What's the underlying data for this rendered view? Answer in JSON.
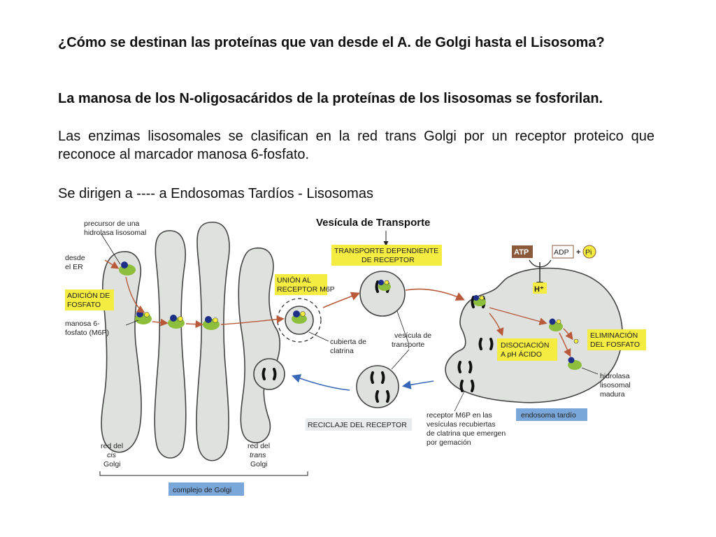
{
  "slide": {
    "title": "¿Cómo se destinan las proteínas que van desde el A. de Golgi hasta el Lisosoma?",
    "subtitle": "La manosa de los N-oligosacáridos de la proteínas de los lisosomas se fosforilan.",
    "paragraph": "Las enzimas lisosomales se clasifican en la red trans Golgi por un receptor proteico que reconoce al marcador manosa 6-fosfato.",
    "dirigen": "Se dirigen a ---- a Endosomas Tardíos - Lisosomas"
  },
  "diagram": {
    "vesicula_transporte": "Vesícula de Transporte",
    "precursor_line1": "precursor de una",
    "precursor_line2": "hidrolasa lisosomal",
    "desde_line1": "desde",
    "desde_line2": "el ER",
    "adicion_line1": "ADICIÓN DE",
    "adicion_line2": "FOSFATO",
    "manosa_line1": "manosa 6-",
    "manosa_line2": "fosfato (M6P)",
    "union_line1": "UNIÓN AL",
    "union_line2": "RECEPTOR M6P",
    "cubierta_line1": "cubierta de",
    "cubierta_line2": "clatrina",
    "transporte_line1": "TRANSPORTE DEPENDIENTE",
    "transporte_line2": "DE RECEPTOR",
    "vesicula_line1": "vesícula de",
    "vesicula_line2": "transporte",
    "atp": "ATP",
    "adp": "ADP",
    "plus": "+",
    "pi": "Pi",
    "hplus": "H⁺",
    "eliminacion_line1": "ELIMINACIÓN",
    "eliminacion_line2": "DEL FOSFATO",
    "disociacion_line1": "DISOCIACIÓN",
    "disociacion_line2": "A pH ÁCIDO",
    "hidrolasa_line1": "hidrolasa",
    "hidrolasa_line2": "lisosomal",
    "hidrolasa_line3": "madura",
    "endosoma": "endosoma tardío",
    "receptor_line1": "receptor M6P en las",
    "receptor_line2": "vesículas recubiertas",
    "receptor_line3": "de clatrina que emergen",
    "receptor_line4": "por gemación",
    "reciclaje": "RECICLAJE DEL RECEPTOR",
    "cis_line1": "red del",
    "cis_line2": "cis",
    "cis_line3": "Golgi",
    "trans_line1": "red del",
    "trans_line2": "trans",
    "trans_line3": "Golgi",
    "complejo": "complejo de Golgi"
  },
  "colors": {
    "organelle_fill": "#dfe1df",
    "enzyme_green": "#8dbf3c",
    "mannose_blue": "#1d2f86",
    "phosphate_yellow": "#f2ea3a",
    "label_yellow": "#f5ec41",
    "label_blue": "#7aa7d9",
    "arrow_red": "#b85a3a",
    "arrow_blue": "#3a68b8",
    "atp_brown": "#8a5a3a"
  }
}
